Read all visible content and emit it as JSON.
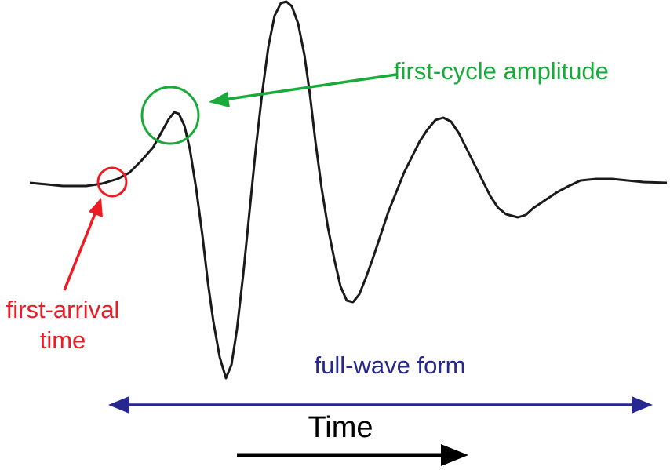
{
  "labels": {
    "first_cycle": "first-cycle amplitude",
    "first_arrival_line1": "first-arrival",
    "first_arrival_line2": "time",
    "full_wave": "full-wave form",
    "time": "Time"
  },
  "colors": {
    "waveform": "#1a1a1a",
    "first_cycle": "#1aaa3a",
    "first_arrival": "#ed1c24",
    "full_wave": "#262790",
    "time": "#000000"
  }
}
